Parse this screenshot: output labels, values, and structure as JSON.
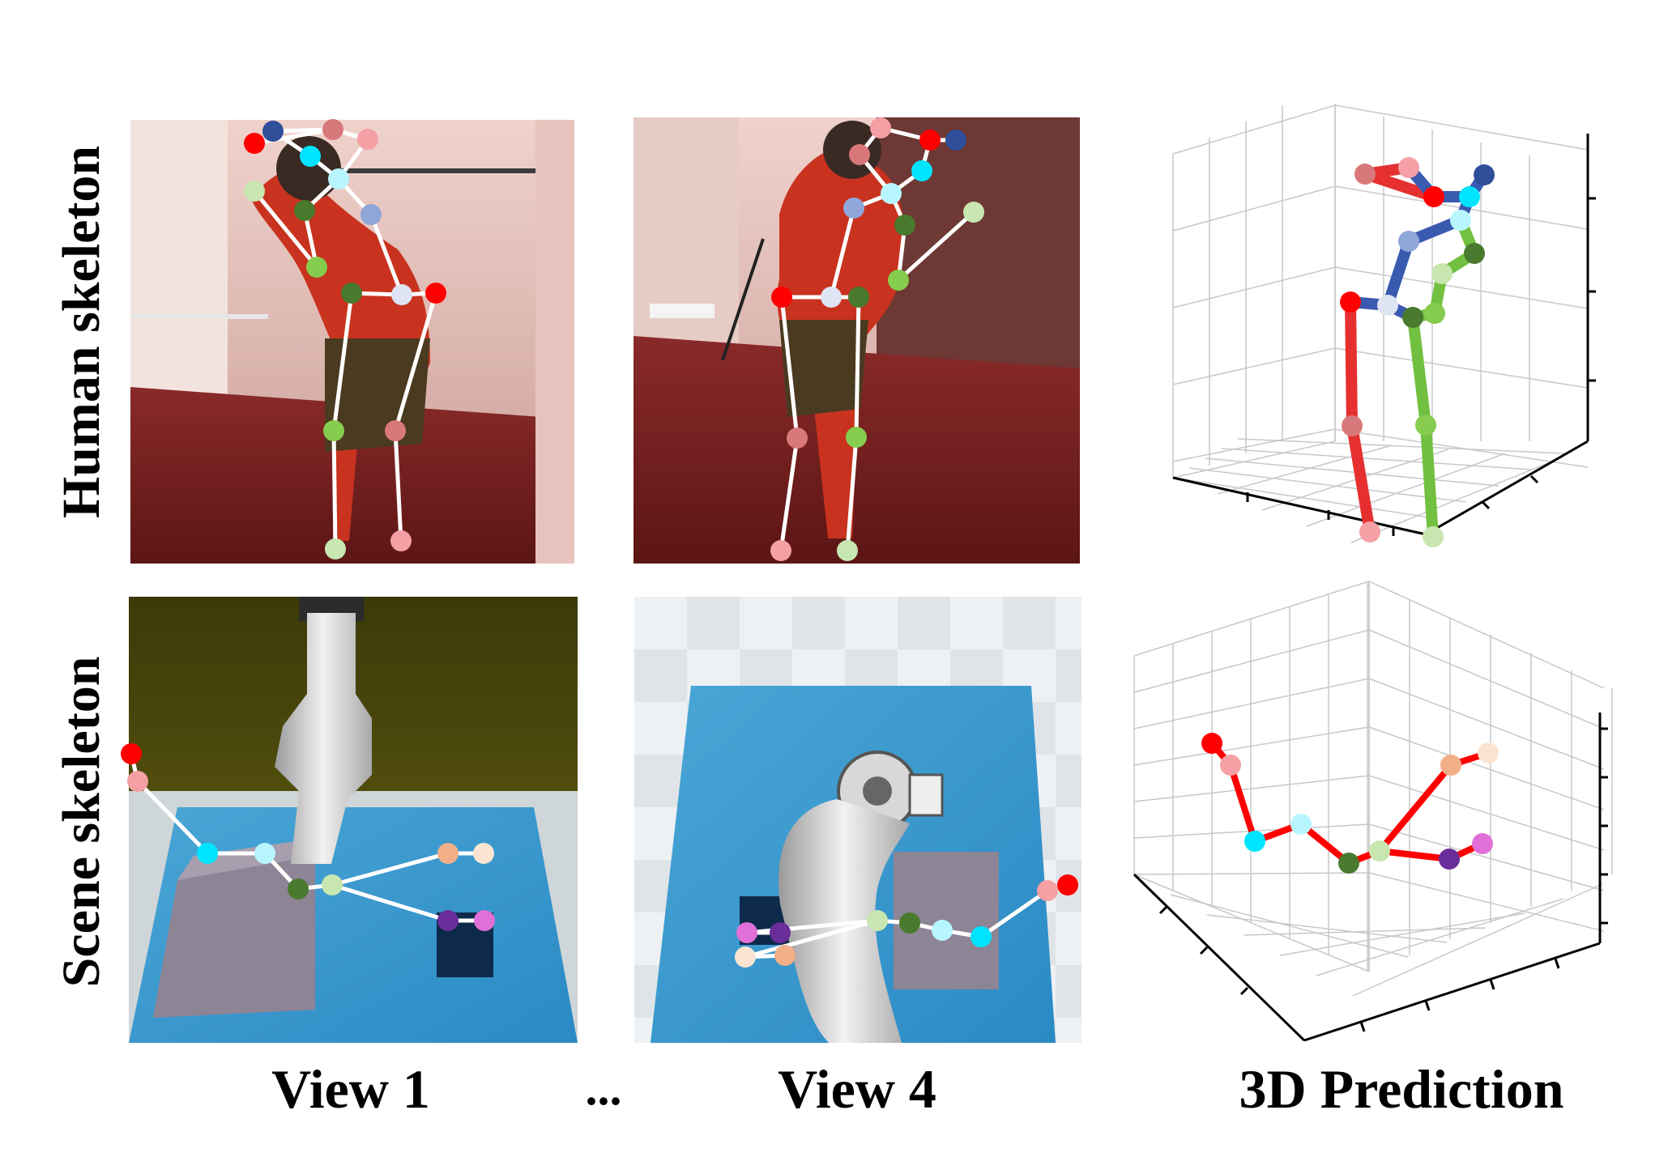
{
  "row_labels": {
    "top": "Human skeleton",
    "bottom": "Scene skeleton"
  },
  "column_labels": {
    "view1": "View 1",
    "ellipsis": "...",
    "view4": "View 4",
    "prediction": "3D Prediction"
  },
  "colors": {
    "red": "#ff0000",
    "dark_blue": "#2f4f9a",
    "cyan": "#00e5ff",
    "light_cyan": "#b8f6ff",
    "rose": "#d9787a",
    "pink": "#f4a0a4",
    "green_dark": "#4a7a2e",
    "green": "#86cc4e",
    "green_light": "#c8e6b0",
    "periwinkle": "#8fa6d9",
    "lavender": "#dfe4f4",
    "peach": "#f2b088",
    "cream": "#fbe5d2",
    "purple": "#6a2d9a",
    "magenta": "#e070d8",
    "skeleton_red": "#e63030",
    "skeleton_blue": "#3a5ab0",
    "skeleton_green": "#72c040"
  },
  "images": {
    "human_view1": "human-photo",
    "human_view4": "human-photo",
    "scene_view1": "robot-render",
    "scene_view4": "robot-render"
  }
}
